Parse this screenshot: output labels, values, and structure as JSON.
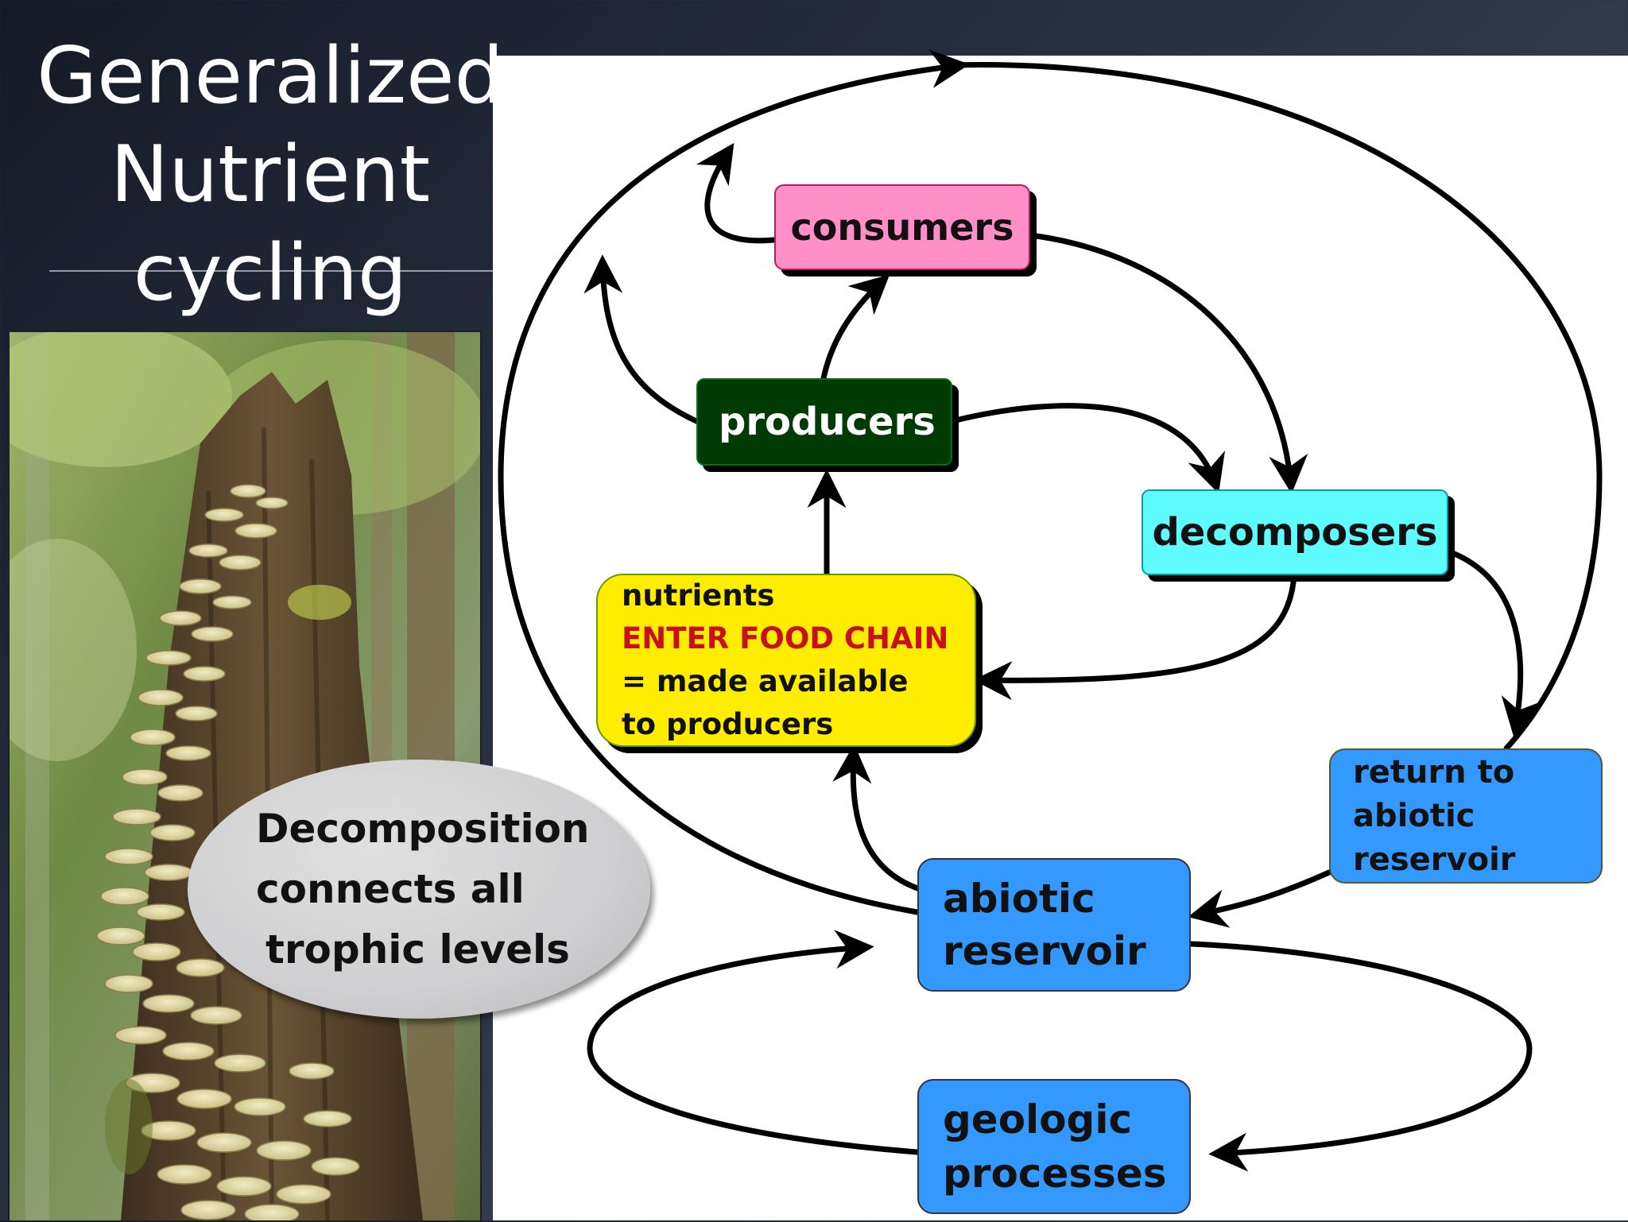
{
  "title": {
    "line1": "Generalized",
    "line2": "Nutrient",
    "line3": "cycling"
  },
  "callout": {
    "line1": "Decomposition",
    "line2": "connects all",
    "line3": "trophic levels"
  },
  "nodes": {
    "consumers": "consumers",
    "producers": "producers",
    "decomposers": "decomposers",
    "nutrients": {
      "line1": "nutrients",
      "line2": "ENTER FOOD CHAIN",
      "line3": "= made available",
      "line4": "to producers"
    },
    "return_to_abiotic": {
      "line1": "return to",
      "line2": "abiotic",
      "line3": "reservoir"
    },
    "abiotic_reservoir": {
      "line1": "abiotic",
      "line2": "reservoir"
    },
    "geologic_processes": {
      "line1": "geologic",
      "line2": "processes"
    }
  },
  "colors": {
    "consumers": "#ff8fc6",
    "producers": "#003a05",
    "decomposers": "#5ffcff",
    "nutrients": "#ffed00",
    "enter_food_chain_text": "#c8101a",
    "reservoir": "#3399ff"
  }
}
